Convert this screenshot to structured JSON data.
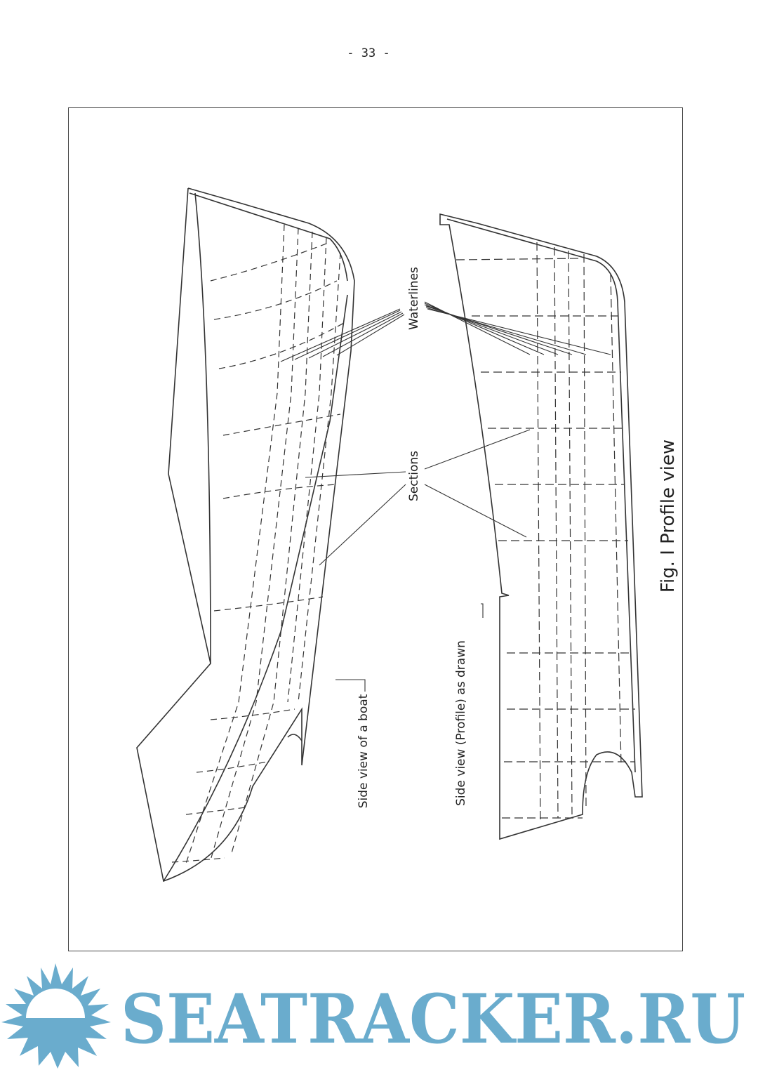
{
  "page_number": "- 33 -",
  "labels": {
    "waterlines": "Waterlines",
    "sections": "Sections",
    "side_view_boat": "Side view of a boat",
    "side_view_profile": "Side view (Profile) as drawn",
    "figure_caption": "Fig. I    Profile view"
  },
  "watermark": {
    "text": "SEATRACKER.RU",
    "color": "#6aaccd"
  }
}
